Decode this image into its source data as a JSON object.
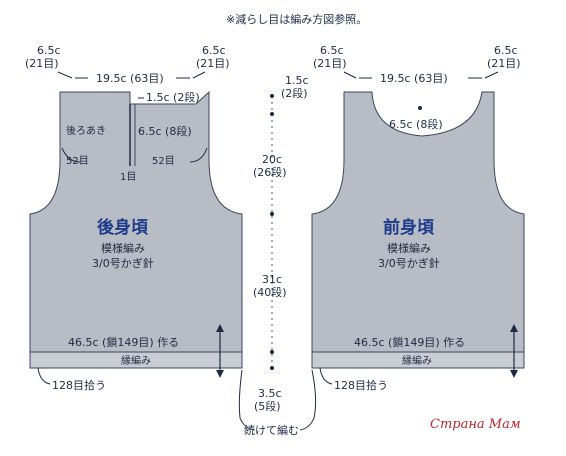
{
  "note": "※減らし目は編み方図参照。",
  "back": {
    "title": "後身頃",
    "pattern": "模様編み",
    "hook": "3/0号かぎ針",
    "shoulder_left": [
      "6.5c",
      "(21目)"
    ],
    "shoulder_right": [
      "6.5c",
      "(21目)"
    ],
    "neck_width": "19.5c (63目)",
    "neck_depth": "1.5c (2段)",
    "back_opening": "後ろあき",
    "opening_depth": "6.5c (8段)",
    "side_left": "52目",
    "side_right": "52目",
    "center": "1目",
    "foundation": "46.5c (鎖149目) 作る",
    "border": "縁編み",
    "pickup": "128目拾う"
  },
  "front": {
    "title": "前身頃",
    "pattern": "模様編み",
    "hook": "3/0号かぎ針",
    "shoulder_left": [
      "6.5c",
      "(21目)"
    ],
    "shoulder_right": [
      "6.5c",
      "(21目)"
    ],
    "neck_width": "19.5c (63目)",
    "neck_depth": "6.5c (8段)",
    "foundation": "46.5c (鎖149目) 作る",
    "border": "縁編み",
    "pickup": "128目拾う"
  },
  "center_scale": {
    "top": [
      "1.5c",
      "(2段)"
    ],
    "armhole": [
      "20c",
      "(26段)"
    ],
    "body": [
      "31c",
      "(40段)"
    ],
    "border": [
      "3.5c",
      "(5段)"
    ],
    "continue": "続けて編む"
  },
  "watermark": "Страна Мам",
  "colors": {
    "panel": "#b8bcc4",
    "border": "#c9ccd2",
    "line": "#1f2a44",
    "title": "#1e3a8a",
    "watermark": "#c0262d"
  }
}
